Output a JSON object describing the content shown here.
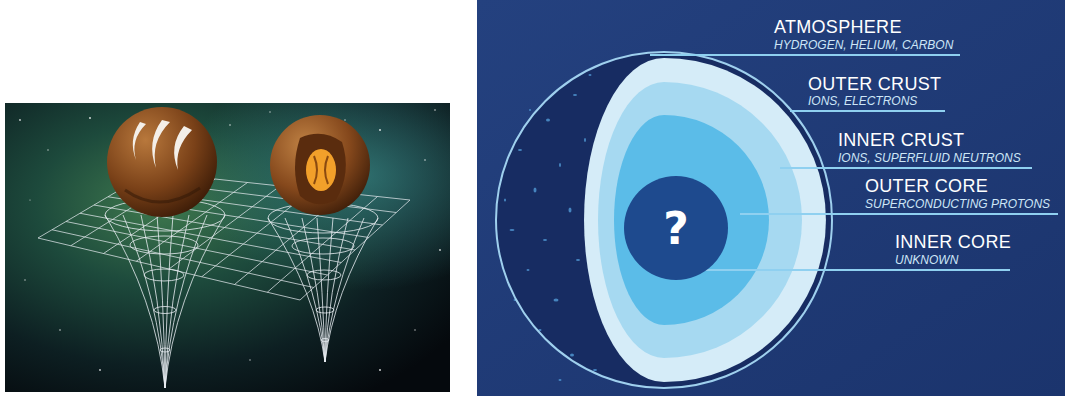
{
  "diagram": {
    "nodes": [
      {
        "text": [
          "?"
        ]
      }
    ],
    "labels": [
      "ATMOSPHERE",
      "HYDROGEN, HELIUM, CARBON",
      "OUTER CRUST",
      "IONS, ELECTRONS",
      "INNER CRUST",
      "IONS, SUPERFLUID NEUTRONS",
      "OUTER CORE",
      "SUPERCONDUCTING PROTONS",
      "INNER CORE",
      "UNKNOWN"
    ]
  }
}
